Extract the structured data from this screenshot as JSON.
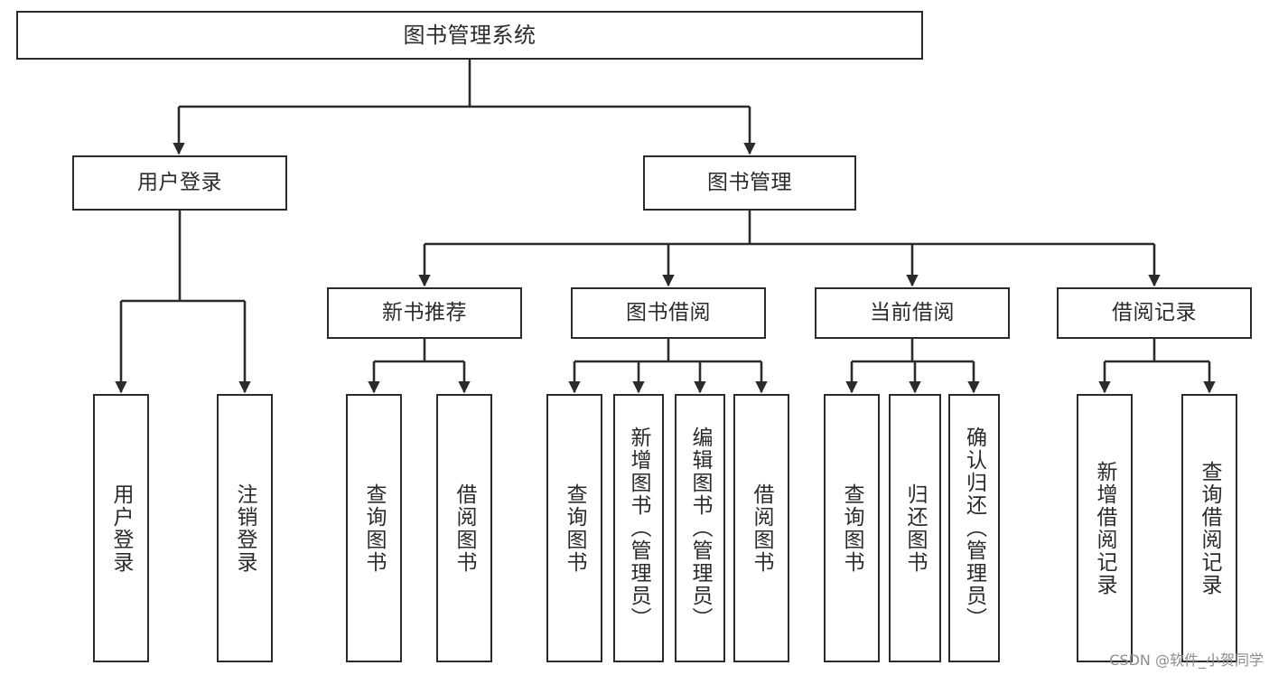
{
  "diagram": {
    "type": "tree-hierarchy-chart",
    "title": "图书管理系统",
    "line_color": "#2b2b2b",
    "box_fill": "#ffffff",
    "text_color": "#2b2b2b",
    "nodes": {
      "root": {
        "label": "图书管理系统"
      },
      "level2": [
        {
          "id": "user-login",
          "label": "用户登录"
        },
        {
          "id": "book-management",
          "label": "图书管理"
        }
      ],
      "level3": [
        {
          "id": "new-book-recommend",
          "label": "新书推荐"
        },
        {
          "id": "book-borrow",
          "label": "图书借阅"
        },
        {
          "id": "current-borrow",
          "label": "当前借阅"
        },
        {
          "id": "borrow-record",
          "label": "借阅记录"
        }
      ],
      "leaves": {
        "user_login": [
          {
            "id": "leaf-user-login",
            "label": "用户登录"
          },
          {
            "id": "leaf-logout-login",
            "label": "注销登录"
          }
        ],
        "new_book_recommend": [
          {
            "id": "leaf-query-book-1",
            "label": "查询图书"
          },
          {
            "id": "leaf-borrow-book-1",
            "label": "借阅图书"
          }
        ],
        "book_borrow": [
          {
            "id": "leaf-query-book-2",
            "label": "查询图书"
          },
          {
            "id": "leaf-add-book",
            "label": "新增图书（管理员）"
          },
          {
            "id": "leaf-edit-book",
            "label": "编辑图书（管理员）"
          },
          {
            "id": "leaf-borrow-book-2",
            "label": "借阅图书"
          }
        ],
        "current_borrow": [
          {
            "id": "leaf-query-book-3",
            "label": "查询图书"
          },
          {
            "id": "leaf-return-book",
            "label": "归还图书"
          },
          {
            "id": "leaf-confirm-return",
            "label": "确认归还（管理员）"
          }
        ],
        "borrow_record": [
          {
            "id": "leaf-add-record",
            "label": "新增借阅记录"
          },
          {
            "id": "leaf-query-record",
            "label": "查询借阅记录"
          }
        ]
      }
    }
  },
  "watermark": {
    "text": "CSDN @软件_小贺同学"
  }
}
